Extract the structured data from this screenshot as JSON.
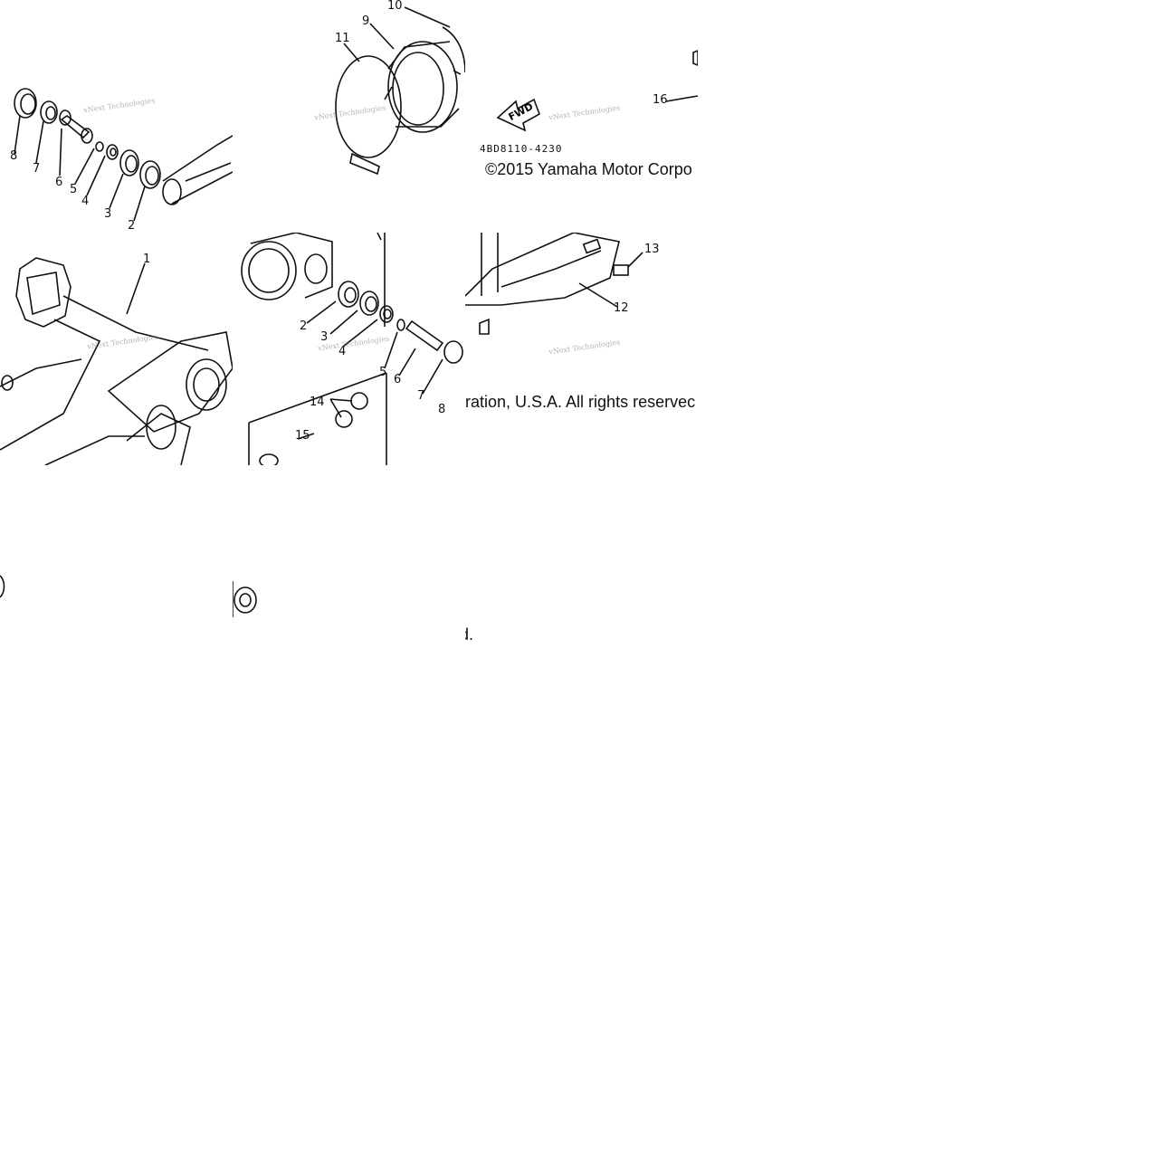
{
  "diagram": {
    "part_code": "4BD8110-4230",
    "copyright_part1": "©2015 Yamaha Motor Corpo",
    "copyright_part2": "ration, U.S.A. All rights reservec",
    "copyright_part3": "d.",
    "fwd_label": "FWD",
    "watermark": "vNext Technologies",
    "callouts_top_left": [
      "8",
      "7",
      "6",
      "5",
      "4",
      "3",
      "2"
    ],
    "callouts_top_mid": [
      "11",
      "9",
      "10"
    ],
    "callout_16": "16",
    "callout_1": "1",
    "callouts_mid": [
      "2",
      "3",
      "4",
      "5",
      "6",
      "7",
      "8"
    ],
    "callouts_lower": [
      "14",
      "15"
    ],
    "callouts_right": [
      "13",
      "12"
    ]
  }
}
